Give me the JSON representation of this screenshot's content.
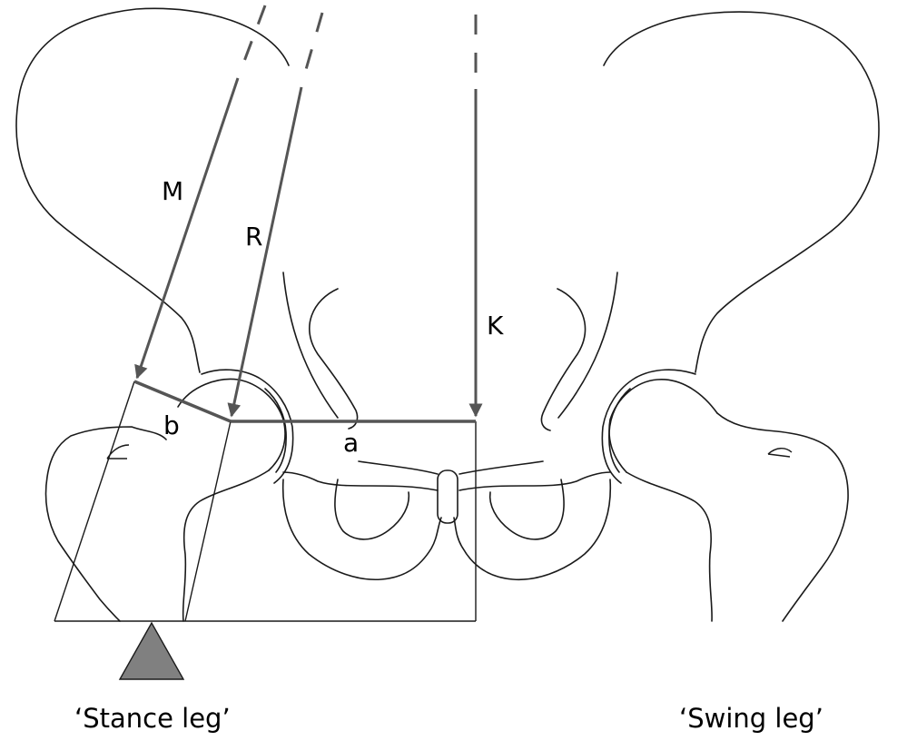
{
  "labels": {
    "M": "M",
    "R": "R",
    "K": "K",
    "a": "a",
    "b": "b",
    "stance_leg": "‘Stance leg’",
    "swing_leg": "‘Swing leg’"
  },
  "colors": {
    "force_vector": "#555555",
    "fulcrum": "#808080",
    "outline": "#1a1a1a"
  }
}
